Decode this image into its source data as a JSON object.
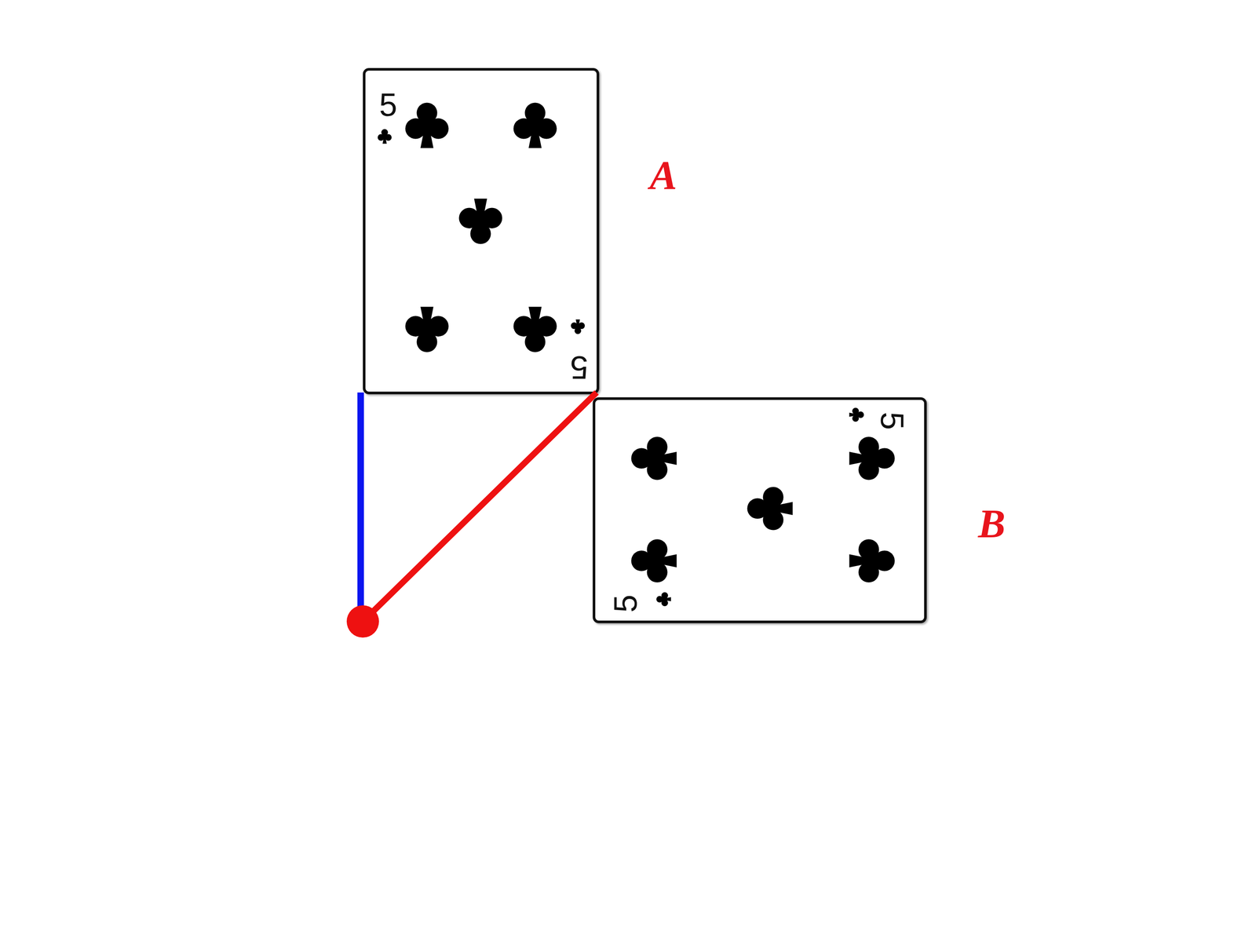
{
  "diagram": {
    "nodes": [
      {
        "text": [
          "5",
          "5",
          "A"
        ]
      },
      {
        "text": [
          "5",
          "5",
          "B"
        ]
      }
    ]
  }
}
